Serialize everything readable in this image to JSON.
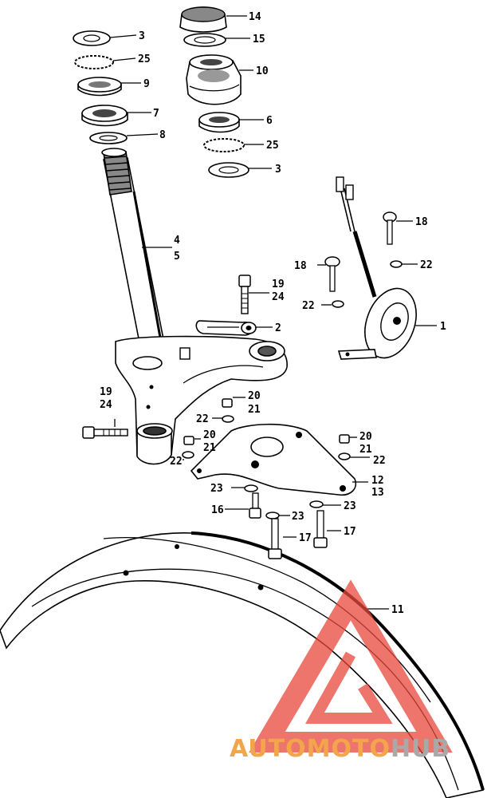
{
  "labels": [
    {
      "id": "l14a",
      "text": "14"
    },
    {
      "id": "l15",
      "text": "15"
    },
    {
      "id": "l10",
      "text": "10"
    },
    {
      "id": "l6",
      "text": "6"
    },
    {
      "id": "l25b",
      "text": "25"
    },
    {
      "id": "l3b",
      "text": "3"
    },
    {
      "id": "l3a",
      "text": "3"
    },
    {
      "id": "l25a",
      "text": "25"
    },
    {
      "id": "l9",
      "text": "9"
    },
    {
      "id": "l7",
      "text": "7"
    },
    {
      "id": "l8",
      "text": "8"
    },
    {
      "id": "l4",
      "text": "4"
    },
    {
      "id": "l5",
      "text": "5"
    },
    {
      "id": "l19a",
      "text": "19"
    },
    {
      "id": "l24a",
      "text": "24"
    },
    {
      "id": "l2",
      "text": "2"
    },
    {
      "id": "l18a",
      "text": "18"
    },
    {
      "id": "l22a",
      "text": "22"
    },
    {
      "id": "l18b",
      "text": "18"
    },
    {
      "id": "l22b",
      "text": "22"
    },
    {
      "id": "l1",
      "text": "1"
    },
    {
      "id": "l19b",
      "text": "19"
    },
    {
      "id": "l24b",
      "text": "24"
    },
    {
      "id": "l20a",
      "text": "20"
    },
    {
      "id": "l21a",
      "text": "21"
    },
    {
      "id": "l22c",
      "text": "22"
    },
    {
      "id": "l20b",
      "text": "20"
    },
    {
      "id": "l21b",
      "text": "21"
    },
    {
      "id": "l22d",
      "text": "22"
    },
    {
      "id": "l20c",
      "text": "20"
    },
    {
      "id": "l21c",
      "text": "21"
    },
    {
      "id": "l22e",
      "text": "22"
    },
    {
      "id": "l12",
      "text": "12"
    },
    {
      "id": "l13",
      "text": "13"
    },
    {
      "id": "l23a",
      "text": "23"
    },
    {
      "id": "l16",
      "text": "16"
    },
    {
      "id": "l23b",
      "text": "23"
    },
    {
      "id": "l23c",
      "text": "23"
    },
    {
      "id": "l17a",
      "text": "17"
    },
    {
      "id": "l17b",
      "text": "17"
    },
    {
      "id": "l11",
      "text": "11"
    }
  ],
  "watermark": {
    "text_orange": "AUTOMOTO",
    "text_gray": "HUB",
    "color_red": "#e8483c",
    "color_orange": "#f3a54c",
    "color_gray": "#a9a9a9"
  }
}
